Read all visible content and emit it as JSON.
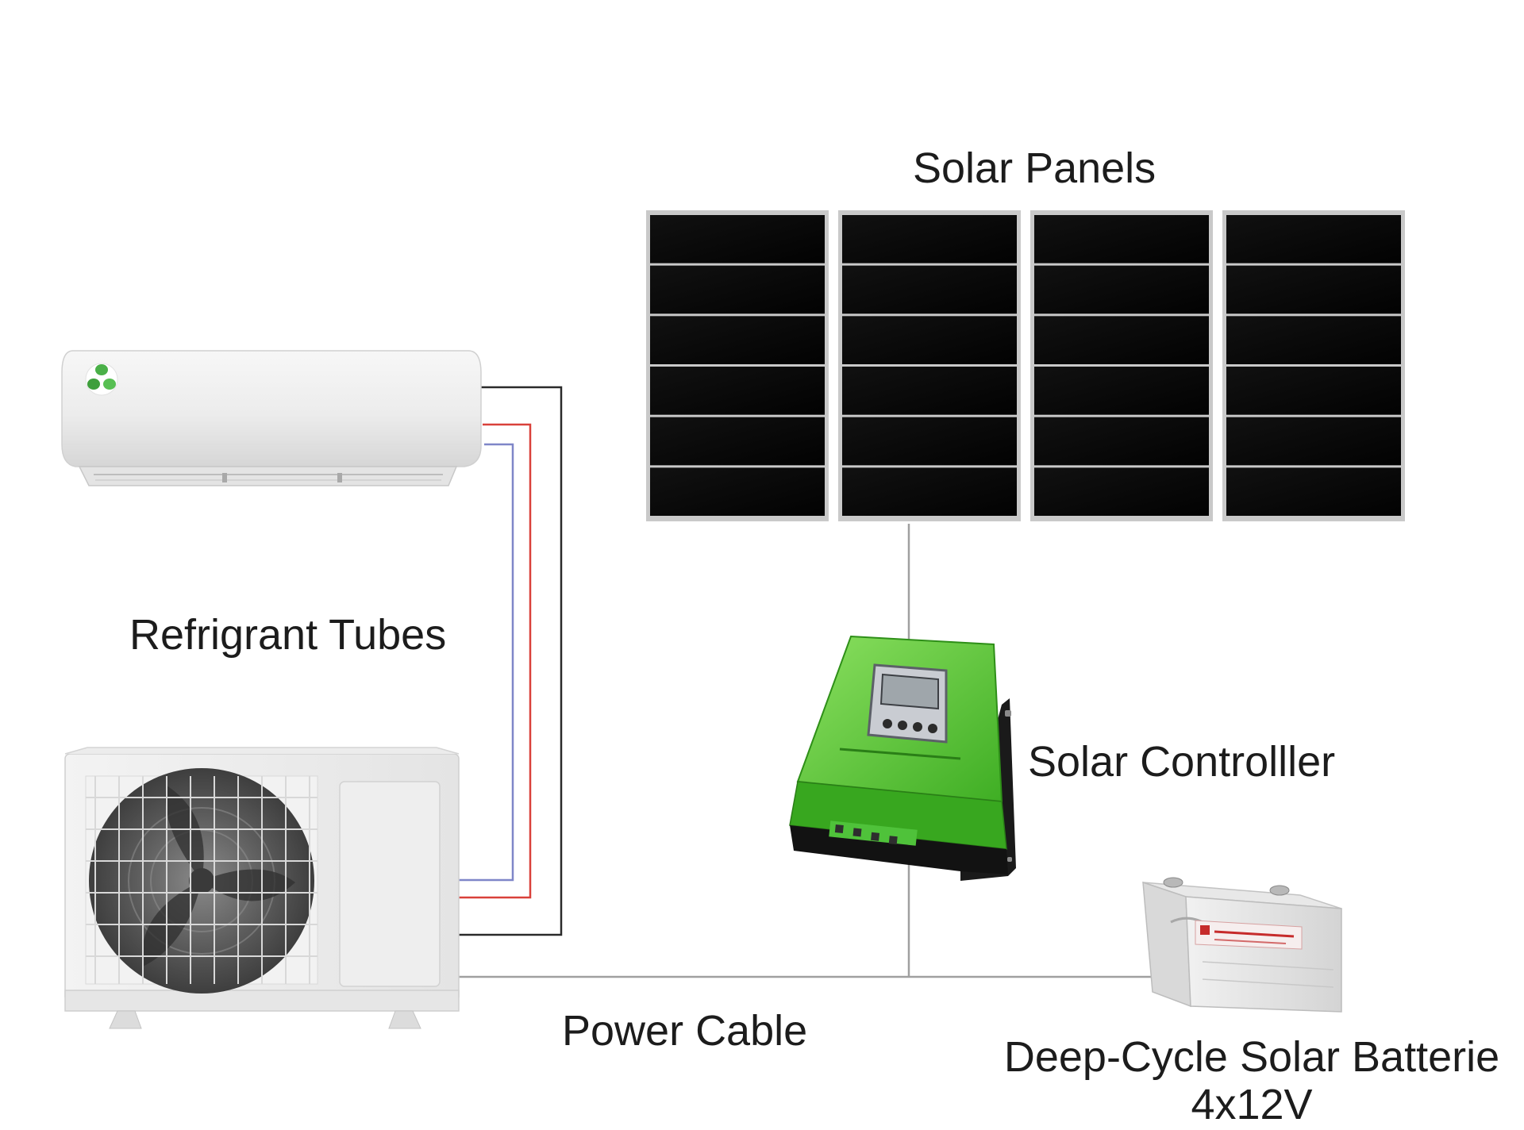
{
  "labels": {
    "solar_panels": "Solar Panels",
    "refrigerant_tubes": "Refrigrant Tubes",
    "solar_controller": "Solar Controlller",
    "power_cable": "Power Cable",
    "battery_line1": "Deep-Cycle Solar Batterie",
    "battery_line2": "4x12V"
  },
  "colors": {
    "background": "#ffffff",
    "panel_cell": "#060606",
    "panel_frame": "#c9c9c9",
    "controller_green": "#5ec93a",
    "tube_red": "#d9413a",
    "tube_blue": "#7f86c8",
    "cable": "#9a9a9a",
    "label_text": "#1c1c1c"
  },
  "components": {
    "solar_panel_count": 4,
    "cells_per_panel": 6,
    "indoor_unit_icon": "recycle-leaf-logo-icon",
    "outdoor_unit_icon": "fan-grille-icon"
  }
}
